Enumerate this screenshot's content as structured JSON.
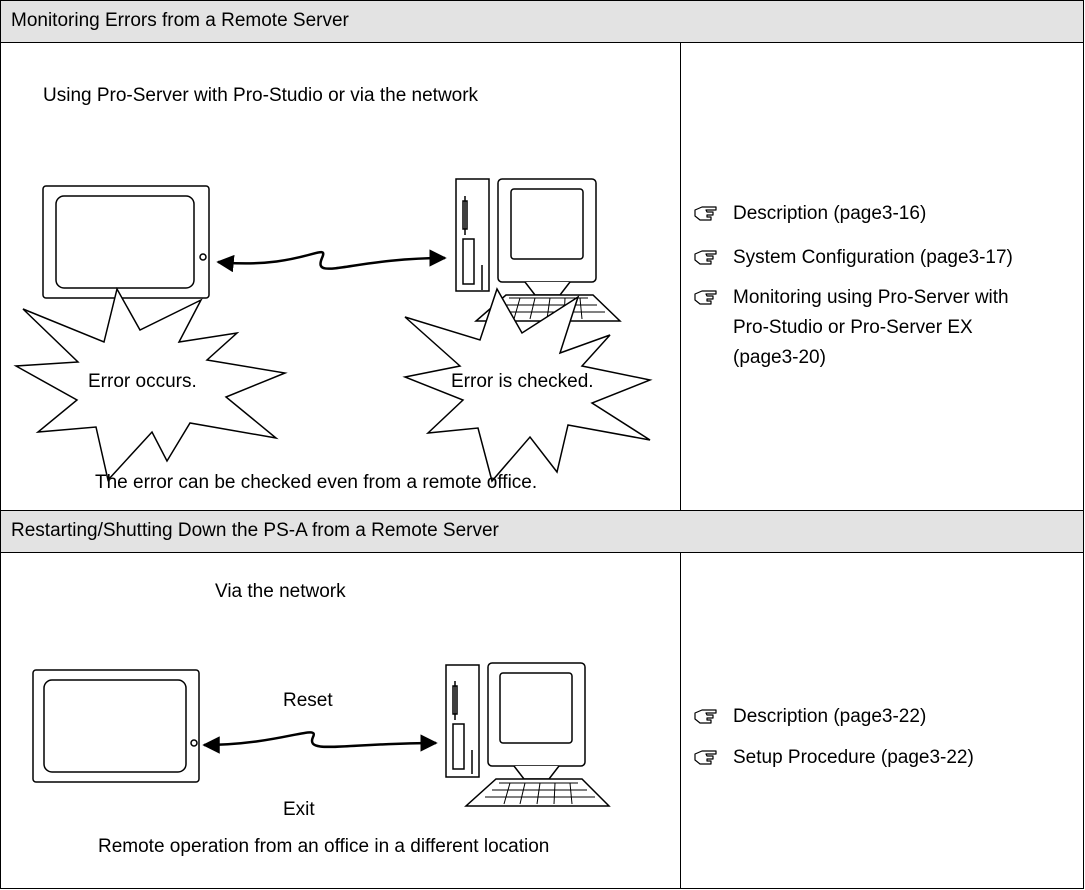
{
  "section1": {
    "title": "Monitoring Errors from a Remote Server",
    "diagram_caption": "Using Pro-Server with Pro-Studio or via the network",
    "left_burst_label": "Error occurs.",
    "right_burst_label": "Error is checked.",
    "bottom_caption": "The error can be checked even from a remote office.",
    "links": [
      {
        "label": "Description (page3-16)",
        "icon": "pointing-hand-icon"
      },
      {
        "label": "System Configuration (page3-17)",
        "icon": "pointing-hand-icon"
      },
      {
        "label": "Monitoring using Pro-Server with\nPro-Studio or Pro-Server EX\n(page3-20)",
        "icon": "pointing-hand-icon"
      }
    ]
  },
  "section2": {
    "title": "Restarting/Shutting Down the PS-A from a Remote Server",
    "diagram_caption": "Via the network",
    "reset_label": "Reset",
    "exit_label": "Exit",
    "bottom_caption": "Remote operation from an office in a different location",
    "links": [
      {
        "label": "Description (page3-22)",
        "icon": "pointing-hand-icon"
      },
      {
        "label": "Setup Procedure (page3-22)",
        "icon": "pointing-hand-icon"
      }
    ]
  }
}
